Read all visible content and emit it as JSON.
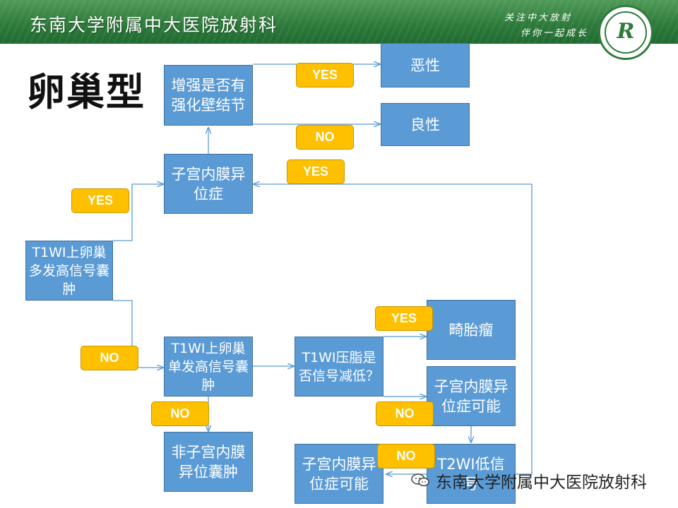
{
  "header": {
    "title": "东南大学附属中大医院放射科",
    "slogan_line1": "关注中大放射",
    "slogan_line2": "伴你一起成长",
    "colors": {
      "header_green": "#2e7b3b"
    }
  },
  "page": {
    "title": "卵巢型"
  },
  "flowchart": {
    "nodes": {
      "enhance": "增强是否有强化壁结节",
      "malignant": "恶性",
      "benign": "良性",
      "endometriosis": "子宫内膜异位症",
      "t1_multi": "T1WI上卵巢多发高信号囊肿",
      "t1_single": "T1WI上卵巢单发高信号囊肿",
      "fatsat": "T1WI压脂是否信号减低？",
      "teratoma": "畸胎瘤",
      "endo_possible_1": "子宫内膜异位症可能",
      "t2_low": "T2WI低信号",
      "endo_possible_2": "子宫内膜异位症可能",
      "non_endo": "非子宫内膜异位囊肿"
    },
    "labels": {
      "yes_malignant": "YES",
      "no_benign": "NO",
      "yes_t2_back": "YES",
      "yes_multi": "YES",
      "no_multi": "NO",
      "yes_teratoma": "YES",
      "no_fatsat": "NO",
      "no_single": "NO",
      "no_t2": "NO"
    },
    "colors": {
      "box_fill": "#5b9bd5",
      "label_fill": "#ffc000",
      "line": "#5b9bd5"
    }
  },
  "watermark": {
    "text": "东南大学附属中大医院放射科"
  }
}
